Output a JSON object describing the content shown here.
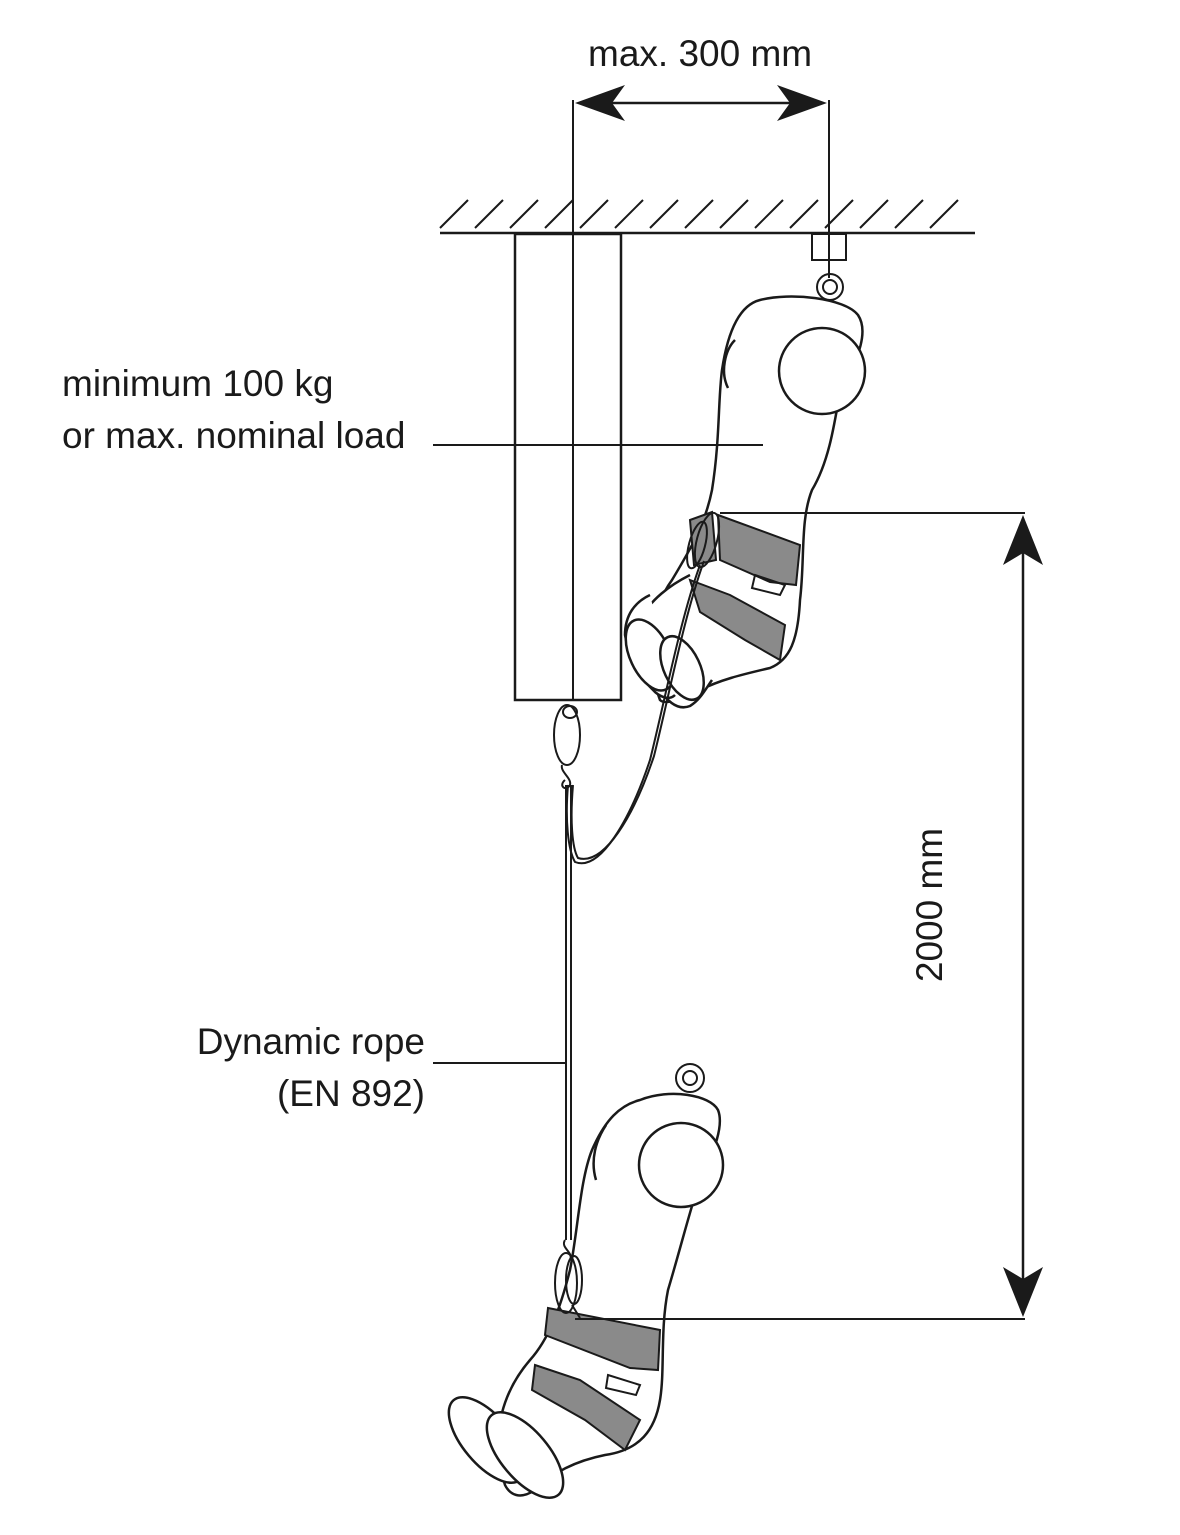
{
  "labels": {
    "width_dimension": "max. 300 mm",
    "load_line1": "minimum 100 kg",
    "load_line2": "or max. nominal load",
    "rope_line1": "Dynamic rope",
    "rope_line2": "(EN 892)",
    "fall_dimension": "2000 mm"
  },
  "colors": {
    "line": "#1a1a1a",
    "strap": "#8a8a8a",
    "background": "#ffffff"
  }
}
